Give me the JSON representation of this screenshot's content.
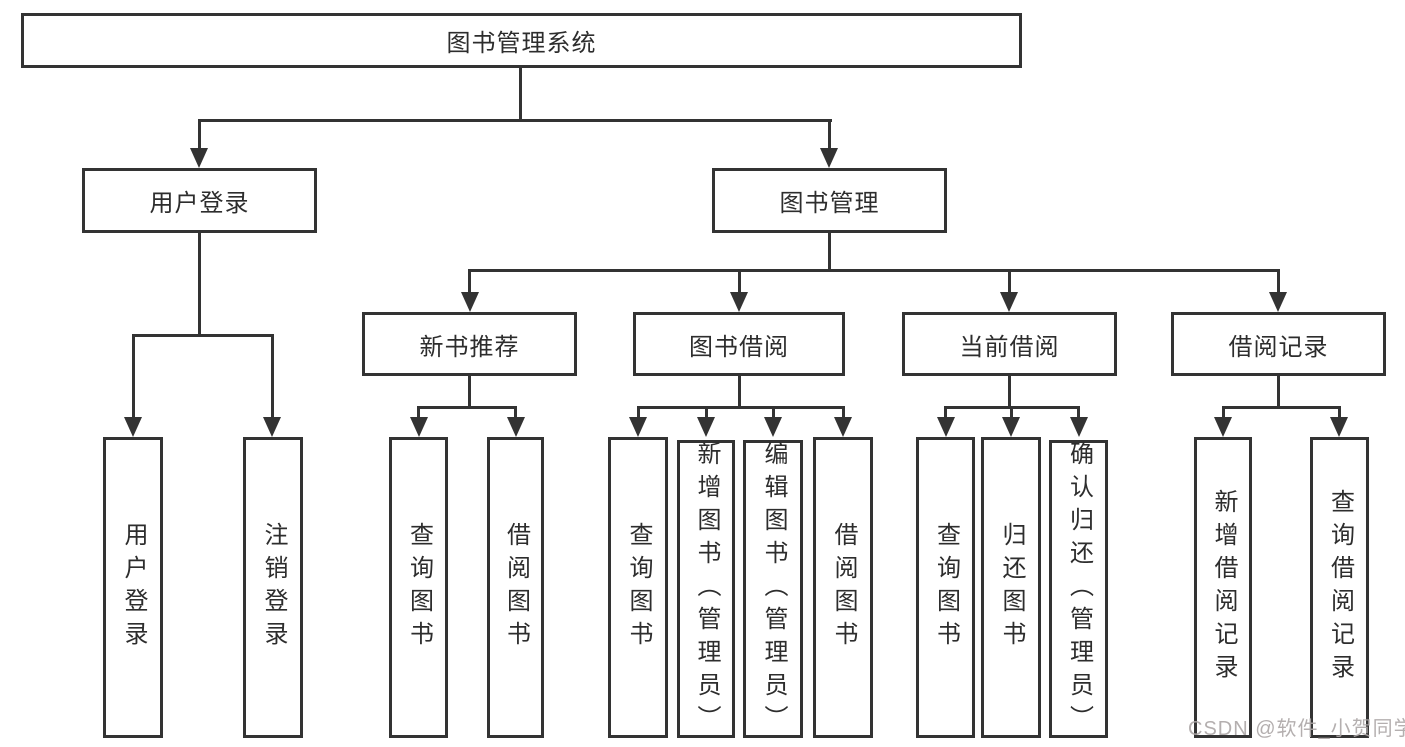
{
  "diagram_title": "图书管理系统",
  "nodes": {
    "root": "图书管理系统",
    "user_login": "用户登录",
    "book_mgmt": "图书管理",
    "new_book_rec": "新书推荐",
    "book_borrow": "图书借阅",
    "current_borrow": "当前借阅",
    "borrow_records": "借阅记录",
    "ul_user_login": "用户登录",
    "ul_logout": "注销登录",
    "nbr_query_books": "查询图书",
    "nbr_borrow_books": "借阅图书",
    "bb_query_books": "查询图书",
    "bb_add_books": "新增图书（管理员）",
    "bb_edit_books": "编辑图书（管理员）",
    "bb_borrow_books": "借阅图书",
    "cb_query_books": "查询图书",
    "cb_return_books": "归还图书",
    "cb_confirm_return": "确认归还（管理员）",
    "br_add_record": "新增借阅记录",
    "br_query_record": "查询借阅记录"
  },
  "hierarchy": {
    "图书管理系统": {
      "用户登录": [
        "用户登录",
        "注销登录"
      ],
      "图书管理": {
        "新书推荐": [
          "查询图书",
          "借阅图书"
        ],
        "图书借阅": [
          "查询图书",
          "新增图书（管理员）",
          "编辑图书（管理员）",
          "借阅图书"
        ],
        "当前借阅": [
          "查询图书",
          "归还图书",
          "确认归还（管理员）"
        ],
        "借阅记录": [
          "新增借阅记录",
          "查询借阅记录"
        ]
      }
    }
  },
  "watermark": {
    "text": "CSDN @软件_小贺同学"
  },
  "colors": {
    "line": "#333333",
    "box_border": "#333333",
    "text": "#2d2d2d",
    "watermark": "#aca6a6",
    "background": "#ffffff"
  }
}
